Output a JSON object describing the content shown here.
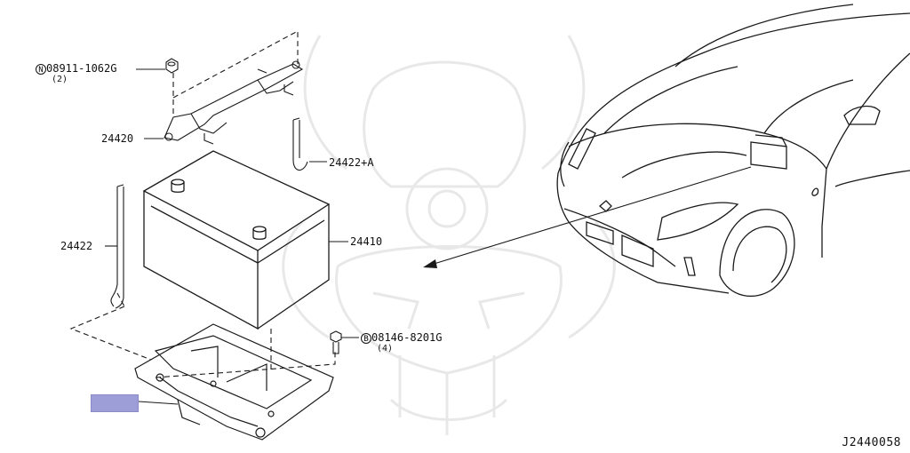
{
  "diagram": {
    "labels": {
      "nut_part": "08911-1062G",
      "nut_prefix": "N",
      "nut_qty": "(2)",
      "clamp_part": "24420",
      "rod_a_part": "24422+A",
      "rod_part": "24422",
      "battery_part": "24410",
      "bolt_part": "08146-8201G",
      "bolt_prefix": "B",
      "bolt_qty": "(4)"
    },
    "highlight": {
      "label": ""
    },
    "figure_code": "J2440058",
    "colors": {
      "line": "#1a1a1a",
      "watermark": "#e6e6e6",
      "highlight": "#9d9dd8"
    }
  }
}
